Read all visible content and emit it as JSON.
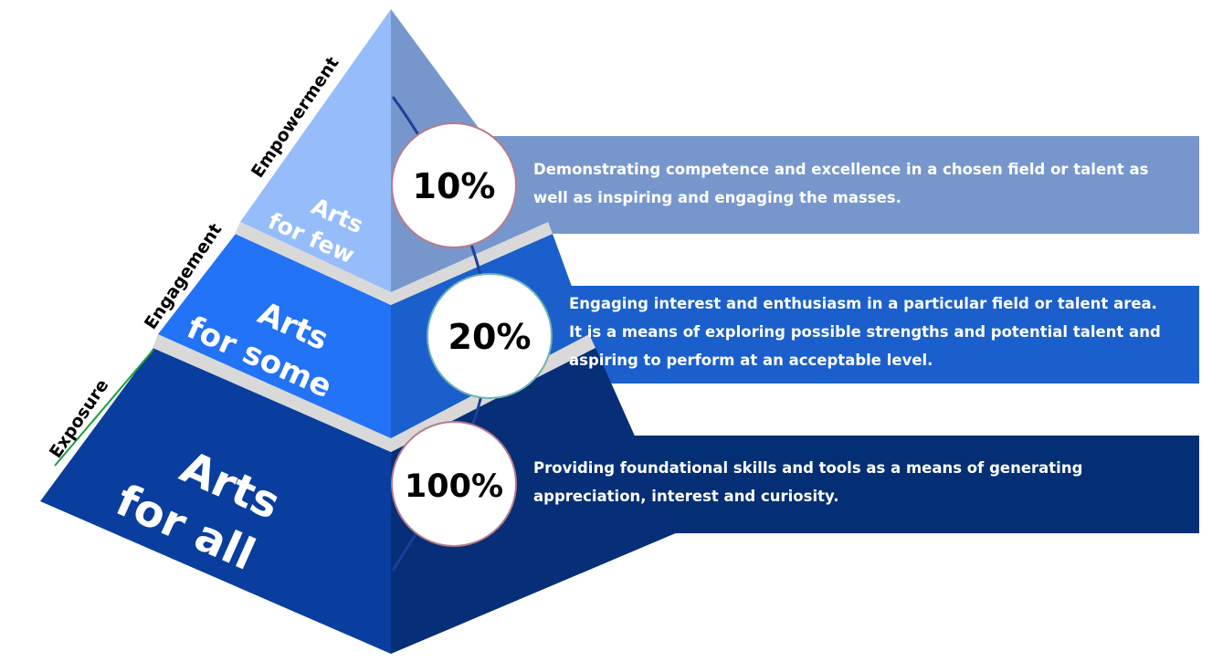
{
  "tiers": {
    "few": {
      "line1": "Arts",
      "line2": "for few",
      "stage": "Empowerment",
      "percent": "10%",
      "description": [
        "Demonstrating competence and excellence in a chosen field or talent as",
        "well as inspiring and engaging the masses."
      ]
    },
    "some": {
      "line1": "Arts",
      "line2": "for some",
      "stage": "Engagement",
      "percent": "20%",
      "description": [
        "Engaging interest and enthusiasm in a particular field or talent area.",
        "It is a means of exploring possible strengths and potential talent and",
        "aspiring to perform at an acceptable level."
      ]
    },
    "all": {
      "line1": "Arts",
      "line2": "for all",
      "stage": "Exposure",
      "percent": "100%",
      "description": [
        "Providing foundational skills and tools as a means of generating",
        "appreciation, interest and curiosity."
      ]
    }
  },
  "colors": {
    "top_front": "#96bdfa",
    "top_side": "#7797cc",
    "mid_front": "#2273f5",
    "mid_side": "#1a5fcc",
    "bottom_front": "#093e9e",
    "bottom_side": "#062f77",
    "band_top": "#7797cc",
    "band_mid": "#1a5fcc",
    "band_bottom": "#052f74",
    "separator": "#d9d9d9",
    "arc": "#1e3f9a",
    "circle_border_top": "#b97a8a",
    "circle_border_mid": "#6fb3b0",
    "circle_border_bottom": "#b97a8a",
    "edge_highlight": "#1f9e3a"
  }
}
